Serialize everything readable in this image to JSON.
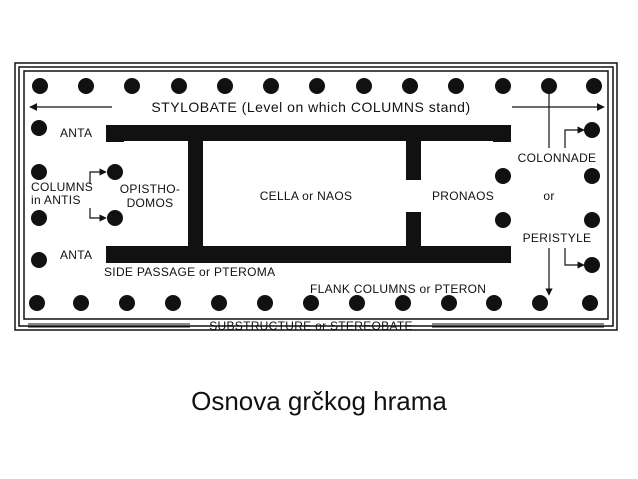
{
  "diagram": {
    "stylobate": "STYLOBATE (Level on which COLUMNS stand)",
    "substructure": "SUBSTRUCTURE or STEREOBATE",
    "anta_top": "ANTA",
    "anta_bottom": "ANTA",
    "columns_in_antis_1": "COLUMNS",
    "columns_in_antis_2": "in ANTIS",
    "opisthodomos_1": "OPISTHO-",
    "opisthodomos_2": "DOMOS",
    "cella": "CELLA or NAOS",
    "pronaos": "PRONAOS",
    "colonnade": "COLONNADE",
    "or": "or",
    "peristyle": "PERISTYLE",
    "side_passage": "SIDE PASSAGE or PTEROMA",
    "flank_columns": "FLANK COLUMNS or PTERON"
  },
  "caption": "Osnova grčkog hrama"
}
